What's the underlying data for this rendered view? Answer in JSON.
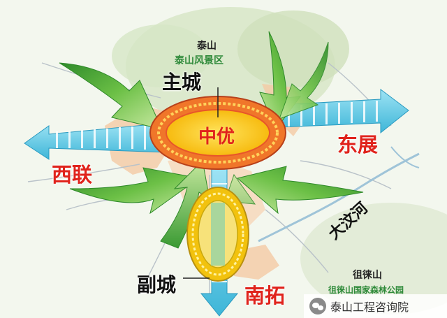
{
  "map": {
    "mountain_name": "泰山",
    "scenic_area": "泰山风景区",
    "main_city": "主城",
    "center": "中优",
    "east": "东展",
    "west": "西联",
    "south": "南拓",
    "sub_city": "副城",
    "river": "大汶河",
    "south_mountain": "徂徕山",
    "forest_park": "徂徕山国家森林公园"
  },
  "watermark": {
    "text": "泰山工程咨询院",
    "icon": "wechat-icon"
  },
  "colors": {
    "arrow_green": "#58b83a",
    "corridor_blue": "#6fcde6",
    "ring_red": "#e8562a",
    "ring_yellow": "#f2c20e",
    "label_red": "#e0231c"
  }
}
